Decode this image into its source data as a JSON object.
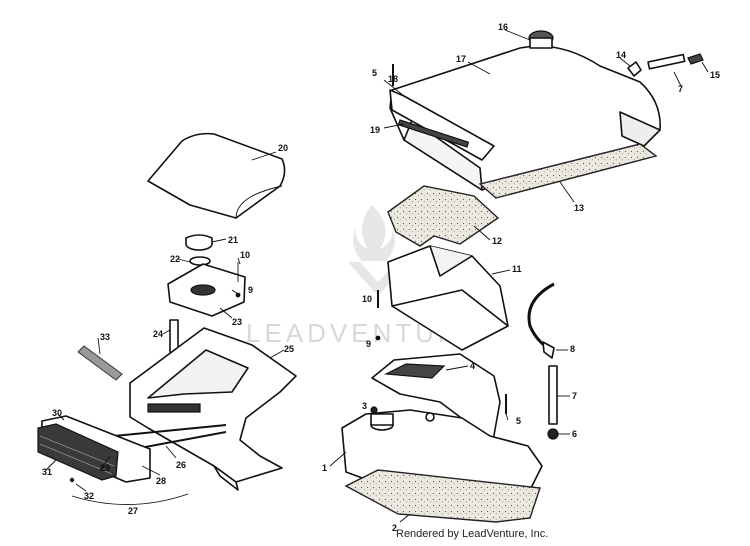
{
  "watermark": "LEADVENTURE",
  "credit": "Rendered by LeadVenture, Inc.",
  "callouts": [
    "1",
    "2",
    "3",
    "4",
    "5",
    "6",
    "7",
    "8",
    "9",
    "10",
    "11",
    "12",
    "13",
    "14",
    "15",
    "16",
    "17",
    "18",
    "19",
    "20",
    "21",
    "22",
    "23",
    "24",
    "25",
    "26",
    "27",
    "28",
    "29",
    "30",
    "31",
    "32",
    "33"
  ]
}
